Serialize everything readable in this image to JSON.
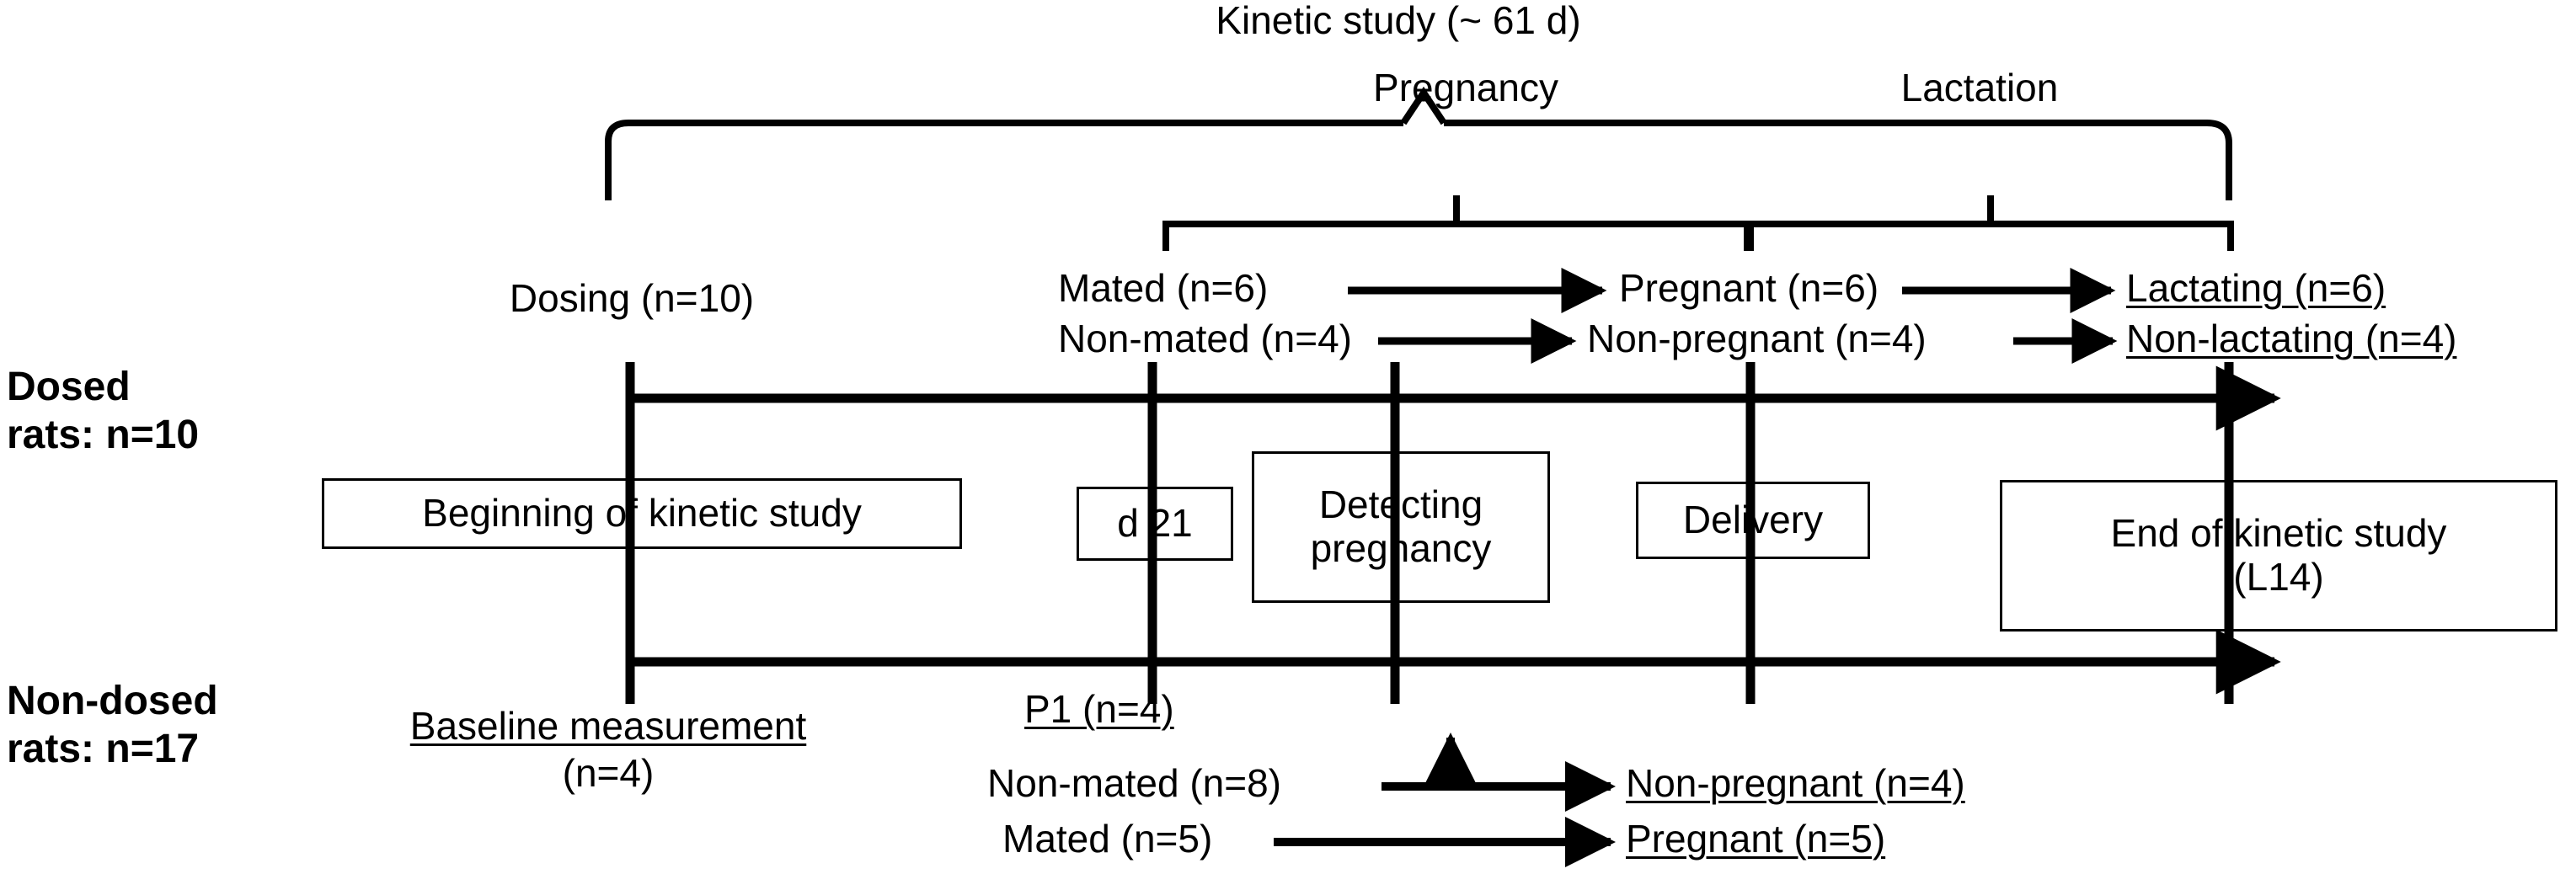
{
  "diagram": {
    "title": "Kinetic study (~ 61 d)",
    "phases": {
      "pregnancy": "Pregnancy",
      "lactation": "Lactation"
    },
    "groups": {
      "dosed": {
        "line1": "Dosed",
        "line2": "rats: n=10"
      },
      "non_dosed": {
        "line1": "Non-dosed",
        "line2": "rats: n=17"
      }
    },
    "dosed_track": {
      "dosing_label": "Dosing (n=10)",
      "flow_row1": {
        "start": "Mated (n=6)",
        "middle": "Pregnant (n=6)",
        "end": "Lactating (n=6)"
      },
      "flow_row2": {
        "start": "Non-mated (n=4)",
        "middle": "Non-pregnant (n=4)",
        "end": "Non-lactating (n=4)"
      }
    },
    "milestones": [
      {
        "label": "Beginning of kinetic study"
      },
      {
        "label": "d 21"
      },
      {
        "label_line1": "Detecting",
        "label_line2": "pregnancy"
      },
      {
        "label": "Delivery"
      },
      {
        "label_line1": "End of kinetic study",
        "label_line2": "(L14)"
      }
    ],
    "non_dosed_track": {
      "baseline_line1": "Baseline measurement",
      "baseline_line2": "(n=4)",
      "p1_label": "P1 (n=4)",
      "flow_row1": {
        "start": "Non-mated (n=8)",
        "end": "Non-pregnant (n=4)"
      },
      "flow_row2": {
        "start": "Mated (n=5)",
        "end": "Pregnant (n=5)"
      }
    },
    "colors": {
      "ink": "#000000",
      "background": "#ffffff"
    }
  }
}
